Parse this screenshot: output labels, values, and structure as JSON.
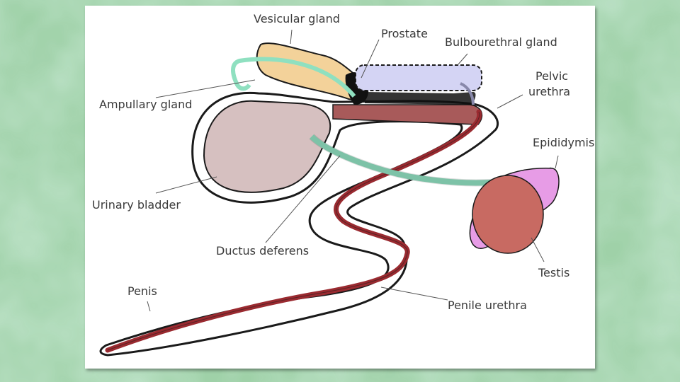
{
  "labels": {
    "vesicular_gland": "Vesicular gland",
    "prostate": "Prostate",
    "bulbourethral_gland": "Bulbourethral gland",
    "pelvic_urethra_line1": "Pelvic",
    "pelvic_urethra_line2": "urethra",
    "ampullary_gland": "Ampullary gland",
    "epididymis": "Epididymis",
    "urinary_bladder": "Urinary bladder",
    "ductus_deferens": "Ductus deferens",
    "testis": "Testis",
    "penis": "Penis",
    "penile_urethra": "Penile urethra"
  },
  "colors": {
    "background": "#a8d6b2",
    "bladder_fill": "#d6c0c0",
    "urethra": "#a85a5a",
    "penile_urethra": "#9a2a30",
    "ductus": "#8fe0c0",
    "vesicular": "#f3d29a",
    "bulbourethral": "#d4d4f4",
    "testis": "#c86a62",
    "epididymis": "#e79ce6",
    "outline": "#1a1a1a"
  }
}
